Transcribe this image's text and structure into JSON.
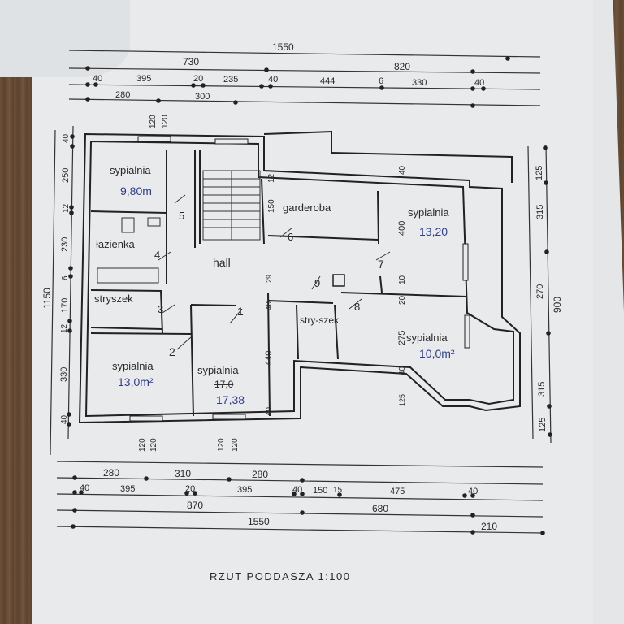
{
  "dimensions": {
    "top": {
      "row1": [
        "1550"
      ],
      "row2": [
        "730",
        "820"
      ],
      "row3": [
        "40",
        "395",
        "20",
        "235",
        "40",
        "444",
        "6",
        "330",
        "40"
      ],
      "row4": [
        "280",
        "300"
      ],
      "walls": [
        "120",
        "120"
      ]
    },
    "bottom": {
      "walls": [
        "120",
        "120",
        "120",
        "120"
      ],
      "row1": [
        "280",
        "310",
        "280"
      ],
      "row2": [
        "40",
        "395",
        "20",
        "395",
        "40",
        "150",
        "15",
        "475",
        "40"
      ],
      "row3": [
        "870",
        "680"
      ],
      "row4": [
        "1550",
        "210"
      ]
    },
    "left": {
      "outer": "1150",
      "inner": [
        "40",
        "250",
        "12",
        "230",
        "6",
        "170",
        "12",
        "330",
        "40"
      ]
    },
    "right": {
      "inner": [
        "125",
        "315",
        "270",
        "315",
        "125"
      ],
      "outer": "900"
    },
    "interior": [
      "40",
      "12",
      "150",
      "400",
      "10",
      "20",
      "275",
      "40",
      "125",
      "40",
      "440",
      "40",
      "29"
    ]
  },
  "rooms": [
    {
      "name": "sypialnia",
      "area": "9,80m"
    },
    {
      "name": "łazienka",
      "area": ""
    },
    {
      "name": "stryszek",
      "area": ""
    },
    {
      "name": "sypialnia",
      "area": "13,0m²"
    },
    {
      "name": "hall",
      "area": ""
    },
    {
      "name": "sypialnia",
      "area": "17,38",
      "crossed": "17,0"
    },
    {
      "name": "garderoba",
      "area": ""
    },
    {
      "name": "stry-szek",
      "area": ""
    },
    {
      "name": "sypialnia",
      "area": "13,20"
    },
    {
      "name": "sypialnia",
      "area": "10,0m²"
    }
  ],
  "door_numbers": [
    "5",
    "4",
    "3",
    "2",
    "1",
    "6",
    "7",
    "8",
    "9"
  ],
  "title": "RZUT PODDASZA 1:100",
  "colors": {
    "ink": "#2a2a2a",
    "handwriting": "#2e3f8f",
    "paper": "#e9eaeb"
  }
}
